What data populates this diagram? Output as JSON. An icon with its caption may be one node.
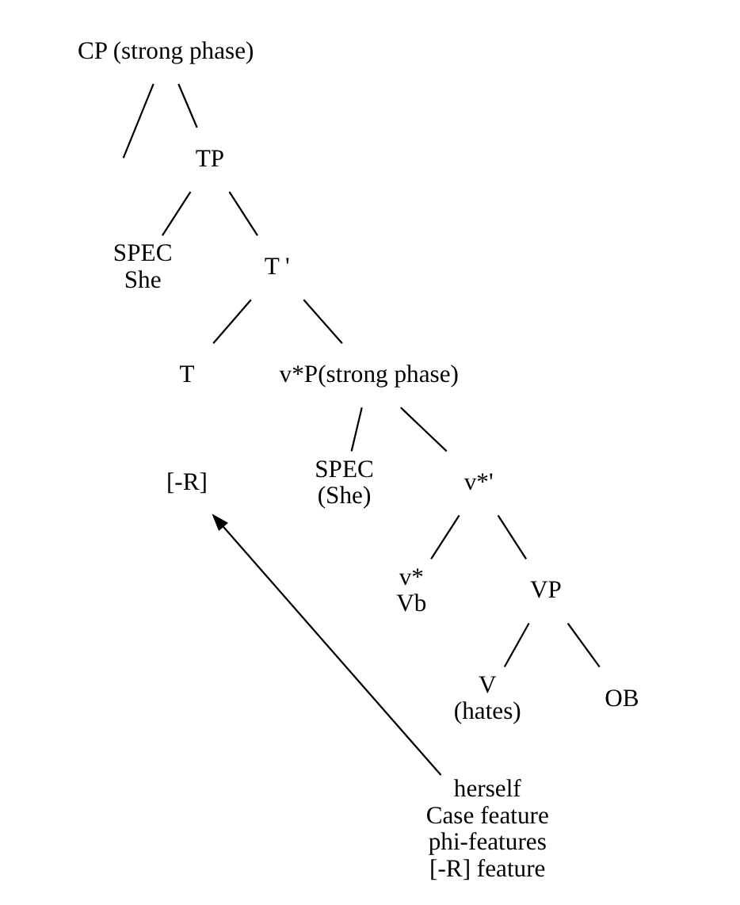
{
  "diagram": {
    "nodes": [
      {
        "text": [
          "CP (strong phase)"
        ]
      },
      {
        "text": [
          "TP"
        ]
      },
      {
        "text": [
          "SPEC"
        ],
        "beside": [
          "She"
        ]
      },
      {
        "text": [
          "T '"
        ]
      },
      {
        "text": [
          "T"
        ]
      },
      {
        "text": [
          "v*P(strong phase)"
        ]
      },
      {
        "text": [
          "[-R]"
        ]
      },
      {
        "text": [
          "SPEC"
        ],
        "beside": [
          "(She)"
        ]
      },
      {
        "text": [
          "v*'"
        ]
      },
      {
        "text": [
          "v*"
        ],
        "beside": [
          "Vb"
        ]
      },
      {
        "text": [
          "VP"
        ]
      },
      {
        "text": [
          "V"
        ],
        "beside": [
          "(hates)"
        ]
      },
      {
        "text": [
          "OB"
        ]
      },
      {
        "text": [
          "herself",
          "Case feature",
          "phi-features",
          "[-R] feature"
        ]
      }
    ],
    "edges": [
      {
        "from": 0,
        "to": null,
        "arrow": "none"
      },
      {
        "from": 0,
        "to": 1,
        "arrow": "none"
      },
      {
        "from": 1,
        "to": 2,
        "arrow": "none"
      },
      {
        "from": 1,
        "to": 3,
        "arrow": "none"
      },
      {
        "from": 3,
        "to": 4,
        "arrow": "none"
      },
      {
        "from": 3,
        "to": 5,
        "arrow": "none"
      },
      {
        "from": 5,
        "to": 7,
        "arrow": "none"
      },
      {
        "from": 5,
        "to": 8,
        "arrow": "none"
      },
      {
        "from": 8,
        "to": 9,
        "arrow": "none"
      },
      {
        "from": 8,
        "to": 10,
        "arrow": "none"
      },
      {
        "from": 10,
        "to": 11,
        "arrow": "none"
      },
      {
        "from": 10,
        "to": 12,
        "arrow": "none"
      },
      {
        "from": 13,
        "to": 6,
        "arrow": "to"
      }
    ]
  }
}
